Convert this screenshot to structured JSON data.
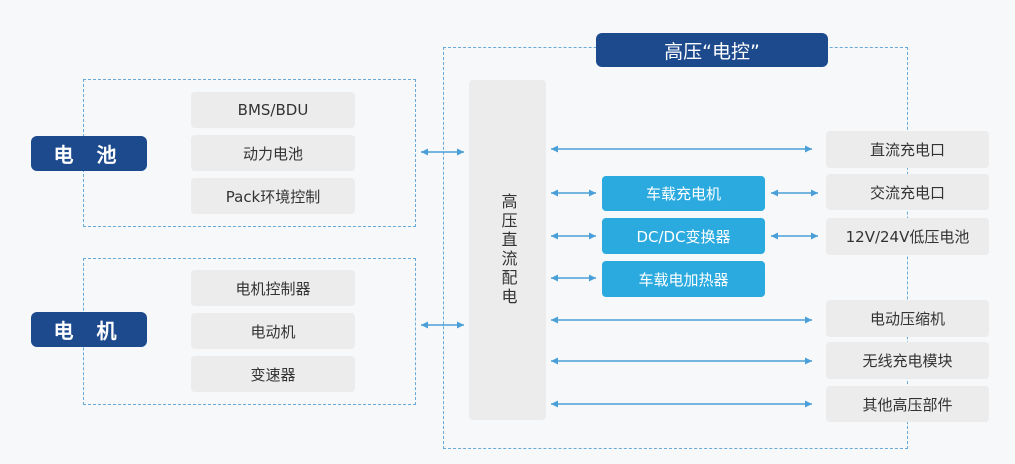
{
  "title": "高压“电控”",
  "battery": {
    "label": "电 池",
    "items": [
      "BMS/BDU",
      "动力电池",
      "Pack环境控制"
    ]
  },
  "motor": {
    "label": "电 机",
    "items": [
      "电机控制器",
      "电动机",
      "变速器"
    ]
  },
  "pdu": {
    "label": "高压直流配电"
  },
  "inner_modules": [
    "车载充电机",
    "DC/DC变换器",
    "车载电加热器"
  ],
  "right_items": [
    "直流充电口",
    "交流充电口",
    "12V/24V低压电池",
    "电动压缩机",
    "无线充电模块",
    "其他高压部件"
  ],
  "colors": {
    "navy": "#1c4a8c",
    "cyan": "#2aaadf",
    "arrow": "#4a9fd8",
    "gray_box": "#ececec",
    "dashed": "#6aaad8"
  }
}
